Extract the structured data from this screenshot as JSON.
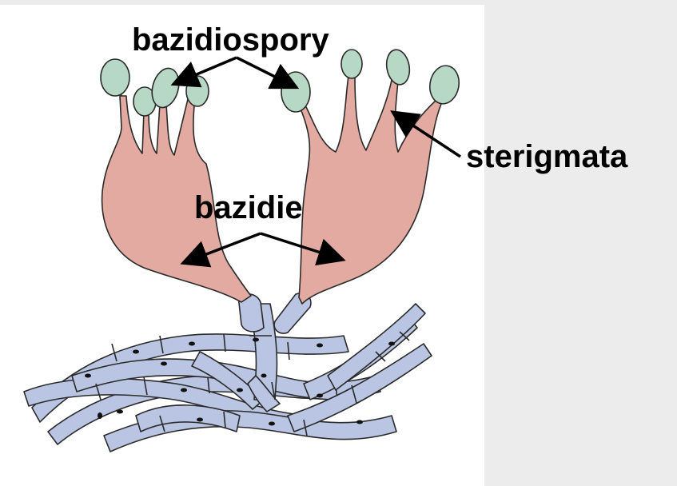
{
  "labels": {
    "basidiospores": "bazidiospory",
    "basidia": "bazidie",
    "sterigmata": "sterigmata"
  },
  "colors": {
    "background": "#ececec",
    "panel": "#ffffff",
    "basidium_fill": "#e2aaa0",
    "spore_fill": "#b7d8c5",
    "hypha_fill": "#b9c5e2",
    "outline": "#2a2a2a"
  }
}
